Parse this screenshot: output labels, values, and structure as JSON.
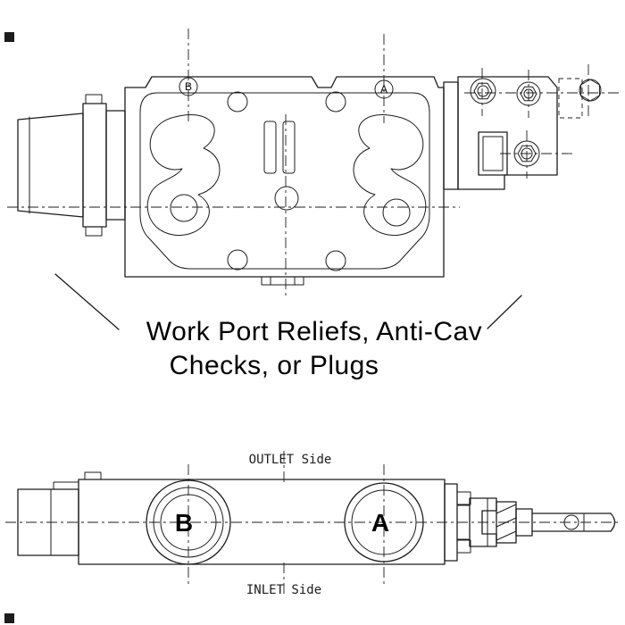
{
  "colors": {
    "line": "#1c1c1c",
    "background": "#ffffff"
  },
  "callout": {
    "line1": "Work Port Reliefs, Anti-Cav",
    "line2": "Checks, or Plugs"
  },
  "top_view": {
    "port_b": "B",
    "port_a": "A"
  },
  "bottom_view": {
    "outlet": "OUTLET Side",
    "inlet": "INLET Side",
    "port_b": "B",
    "port_a": "A"
  }
}
